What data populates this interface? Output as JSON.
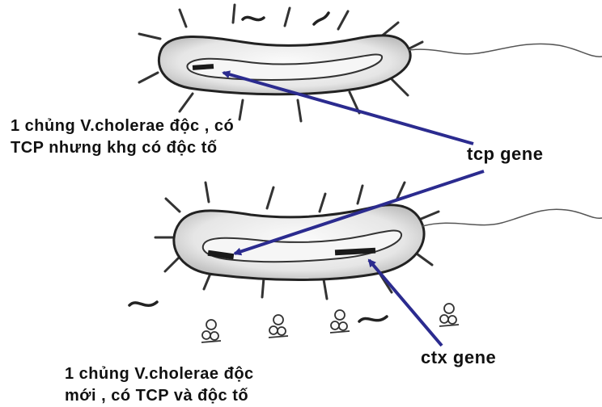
{
  "captions": {
    "top_line1": "1 chủng V.cholerae  độc , có",
    "top_line2": "TCP nhưng  khg có độc tố",
    "bottom_line1": "1 chủng  V.cholerae độc",
    "bottom_line2": "mới , có TCP và  độc tố"
  },
  "genes": {
    "tcp": "tcp gene",
    "ctx": "ctx gene"
  },
  "colors": {
    "arrow": "#2b2b8f",
    "gene_marker": "#1a1a1a",
    "outline": "#222222",
    "body_fill": "#e9e9e9"
  }
}
